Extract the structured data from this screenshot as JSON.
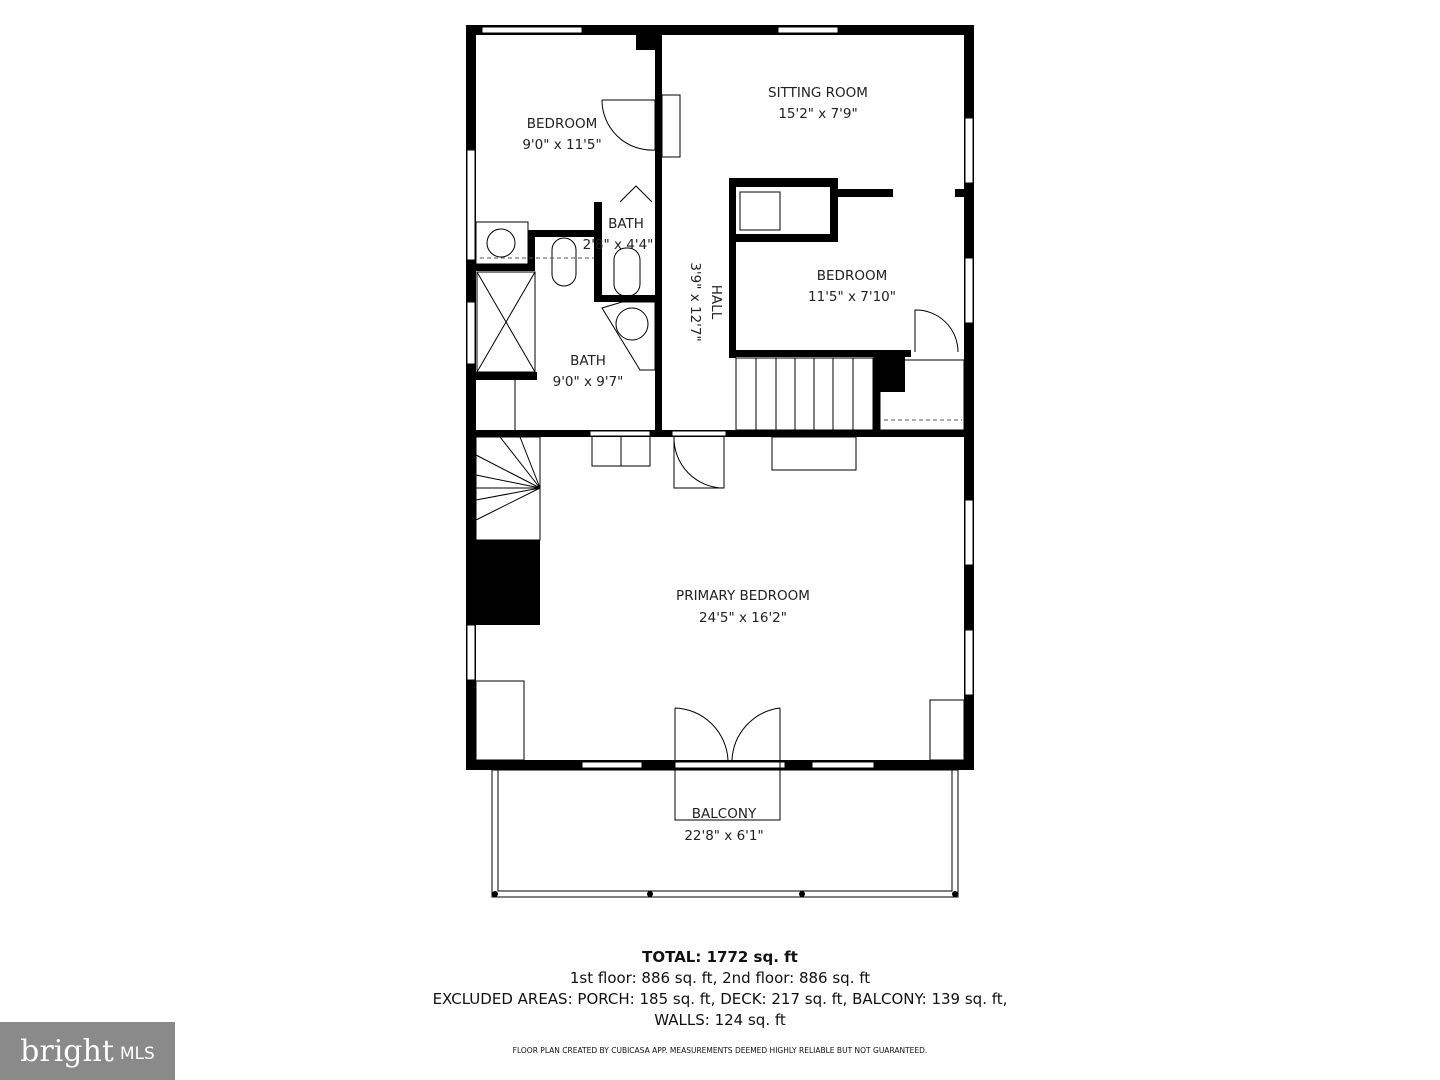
{
  "rooms": {
    "bedroom1": {
      "name": "BEDROOM",
      "size": "9'0\" x 11'5\""
    },
    "sitting_room": {
      "name": "SITTING ROOM",
      "size": "15'2\" x 7'9\""
    },
    "bath1": {
      "name": "BATH",
      "size": "2'8\" x 4'4\""
    },
    "hall": {
      "name": "HALL",
      "size": "3'9\" x 12'7\""
    },
    "bedroom2": {
      "name": "BEDROOM",
      "size": "11'5\" x 7'10\""
    },
    "bath2": {
      "name": "BATH",
      "size": "9'0\" x 9'7\""
    },
    "primary_bedroom": {
      "name": "PRIMARY BEDROOM",
      "size": "24'5\" x 16'2\""
    },
    "balcony": {
      "name": "BALCONY",
      "size": "22'8\" x 6'1\""
    }
  },
  "summary": {
    "total": "TOTAL: 1772 sq. ft",
    "floors": "1st floor: 886 sq. ft, 2nd floor: 886 sq. ft",
    "excluded": "EXCLUDED AREAS: PORCH: 185 sq. ft, DECK: 217 sq. ft, BALCONY: 139 sq. ft,",
    "walls": "WALLS: 124 sq. ft",
    "disclaimer": "FLOOR PLAN CREATED BY CUBICASA APP. MEASUREMENTS DEEMED HIGHLY RELIABLE BUT NOT GUARANTEED."
  },
  "logo": {
    "brand": "bright",
    "suffix": "MLS",
    "color": "#8a8a8a"
  }
}
